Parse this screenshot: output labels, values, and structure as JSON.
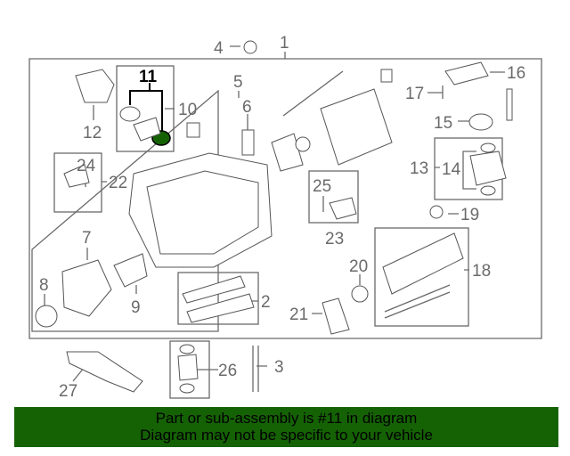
{
  "diagram": {
    "callouts": {
      "c1": "1",
      "c2": "2",
      "c3": "3",
      "c4": "4",
      "c5": "5",
      "c6": "6",
      "c7": "7",
      "c8": "8",
      "c9": "9",
      "c10": "10",
      "c11": "11",
      "c12": "12",
      "c13": "13",
      "c14": "14",
      "c15": "15",
      "c16": "16",
      "c17": "17",
      "c18": "18",
      "c19": "19",
      "c20": "20",
      "c21": "21",
      "c22": "22",
      "c23": "23",
      "c24": "24",
      "c25": "25",
      "c26": "26",
      "c27": "27"
    },
    "highlight_part": "11",
    "highlight_color": "#156205"
  },
  "banner": {
    "line1": "Part or sub-assembly is #11 in diagram",
    "line2": "Diagram may not be specific to your vehicle",
    "color": "#156205"
  }
}
